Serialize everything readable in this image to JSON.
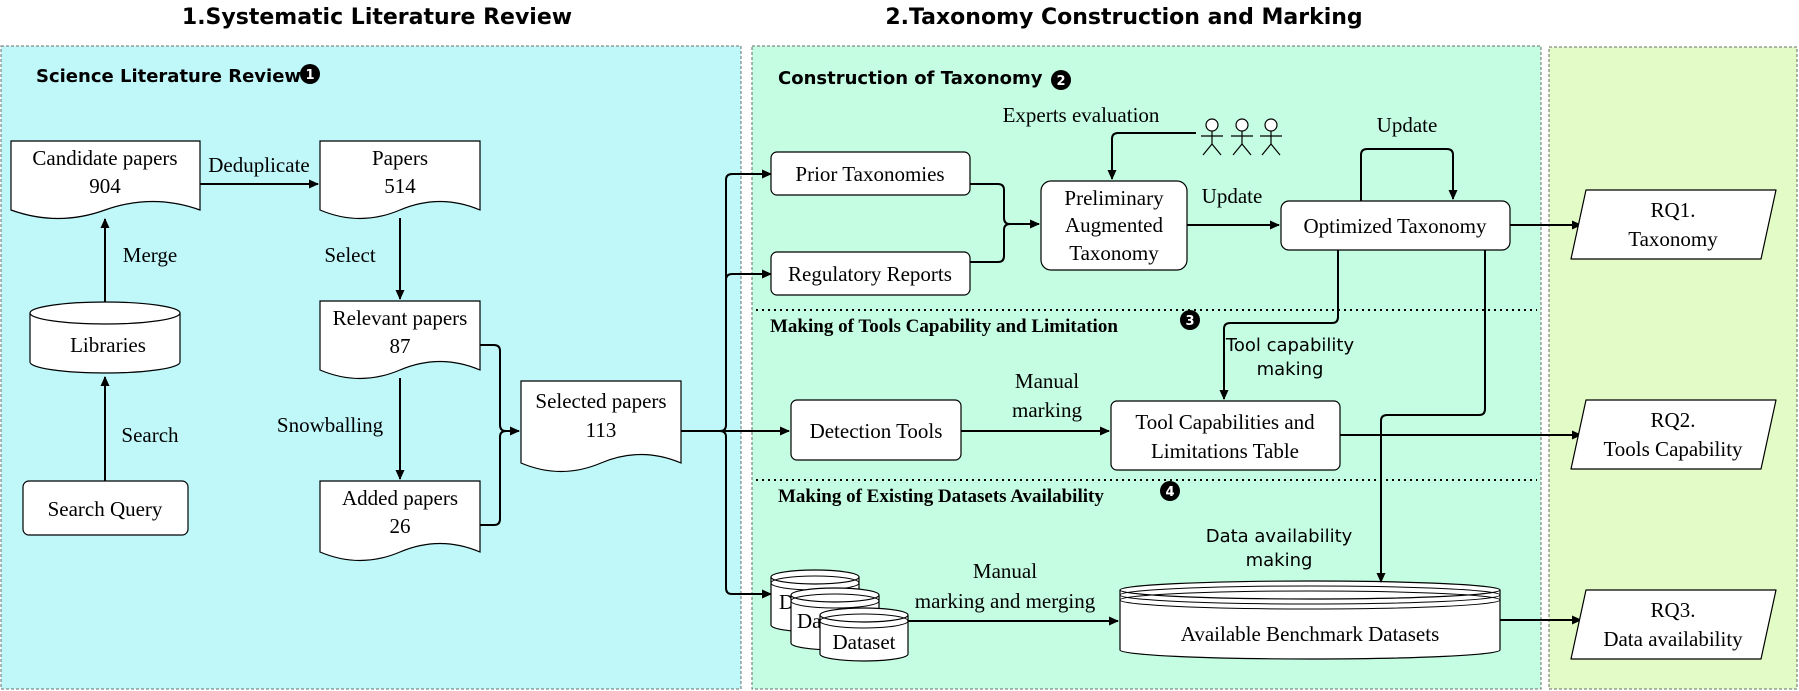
{
  "headings": {
    "systematic": "1.Systematic Literature Review",
    "taxonomy": "2.Taxonomy Construction and Marking"
  },
  "sections": {
    "slr": "Science Literature Review",
    "construction": "Construction of Taxonomy",
    "tools": "Making of Tools Capability and Limitation",
    "datasets": "Making of Existing Datasets Availability"
  },
  "badges": {
    "b1": "1",
    "b2": "2",
    "b3": "3",
    "b4": "4"
  },
  "nodes": {
    "candidate": {
      "line1": "Candidate papers",
      "line2": "904"
    },
    "papers": {
      "line1": "Papers",
      "line2": "514"
    },
    "libraries": "Libraries",
    "search_query": "Search Query",
    "relevant": {
      "line1": "Relevant papers",
      "line2": "87"
    },
    "added": {
      "line1": "Added papers",
      "line2": "26"
    },
    "selected": {
      "line1": "Selected papers",
      "line2": "113"
    },
    "prior": "Prior Taxonomies",
    "regulatory": "Regulatory Reports",
    "preliminary": {
      "line1": "Preliminary",
      "line2": "Augmented",
      "line3": "Taxonomy"
    },
    "optimized": "Optimized Taxonomy",
    "detection": "Detection Tools",
    "tool_table": {
      "line1": "Tool Capabilities and",
      "line2": "Limitations Table"
    },
    "dataset_back1": "D",
    "dataset_back2": "Da",
    "dataset": "Dataset",
    "benchmark": "Available Benchmark Datasets"
  },
  "edge_labels": {
    "deduplicate": "Deduplicate",
    "merge": "Merge",
    "search": "Search",
    "select": "Select",
    "snowballing": "Snowballing",
    "experts": "Experts evaluation",
    "update_mid": "Update",
    "update_top": "Update",
    "tool_cap": {
      "line1": "Tool capability",
      "line2": "making"
    },
    "manual_marking": {
      "line1": "Manual",
      "line2": "marking"
    },
    "data_avail": {
      "line1": "Data availability",
      "line2": "making"
    },
    "manual_merging": {
      "line1": "Manual",
      "line2": "marking and merging"
    }
  },
  "outputs": {
    "rq1": {
      "line1": "RQ1.",
      "line2": "Taxonomy"
    },
    "rq2": {
      "line1": "RQ2.",
      "line2": "Tools Capability"
    },
    "rq3": {
      "line1": "RQ3.",
      "line2": "Data availability"
    }
  },
  "colors": {
    "slr_panel": "#c0f8fa",
    "taxonomy_panel": "#c5fde3",
    "output_panel": "#e3fbc6",
    "border": "#6b6b6b",
    "line": "#000000"
  }
}
